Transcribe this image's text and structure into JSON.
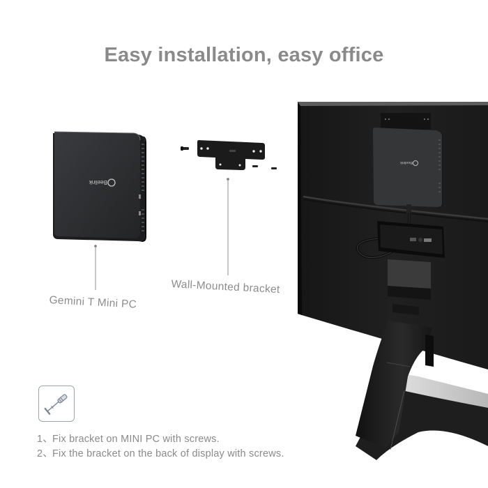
{
  "page": {
    "title": "Easy installation, easy office",
    "colors": {
      "background": "#ffffff",
      "title_text": "#8a8a8a",
      "label_text": "#8c8c8c",
      "device_body": "#2a2b2d",
      "monitor_body": "#1c1c1d",
      "icon_stroke": "#7c8796"
    }
  },
  "products": {
    "mini_pc": {
      "label": "Gemini T Mini PC",
      "brand": "Beelink"
    },
    "bracket": {
      "label": "Wall-Mounted bracket"
    },
    "monitor_mounted_pc": {
      "brand": "Beelink"
    }
  },
  "instructions": {
    "icon": "screwdriver-icon",
    "steps": [
      {
        "num": "1、",
        "text": "Fix bracket on MINI PC with screws."
      },
      {
        "num": "2、",
        "text": "Fix the bracket on the back of display with screws."
      }
    ]
  }
}
